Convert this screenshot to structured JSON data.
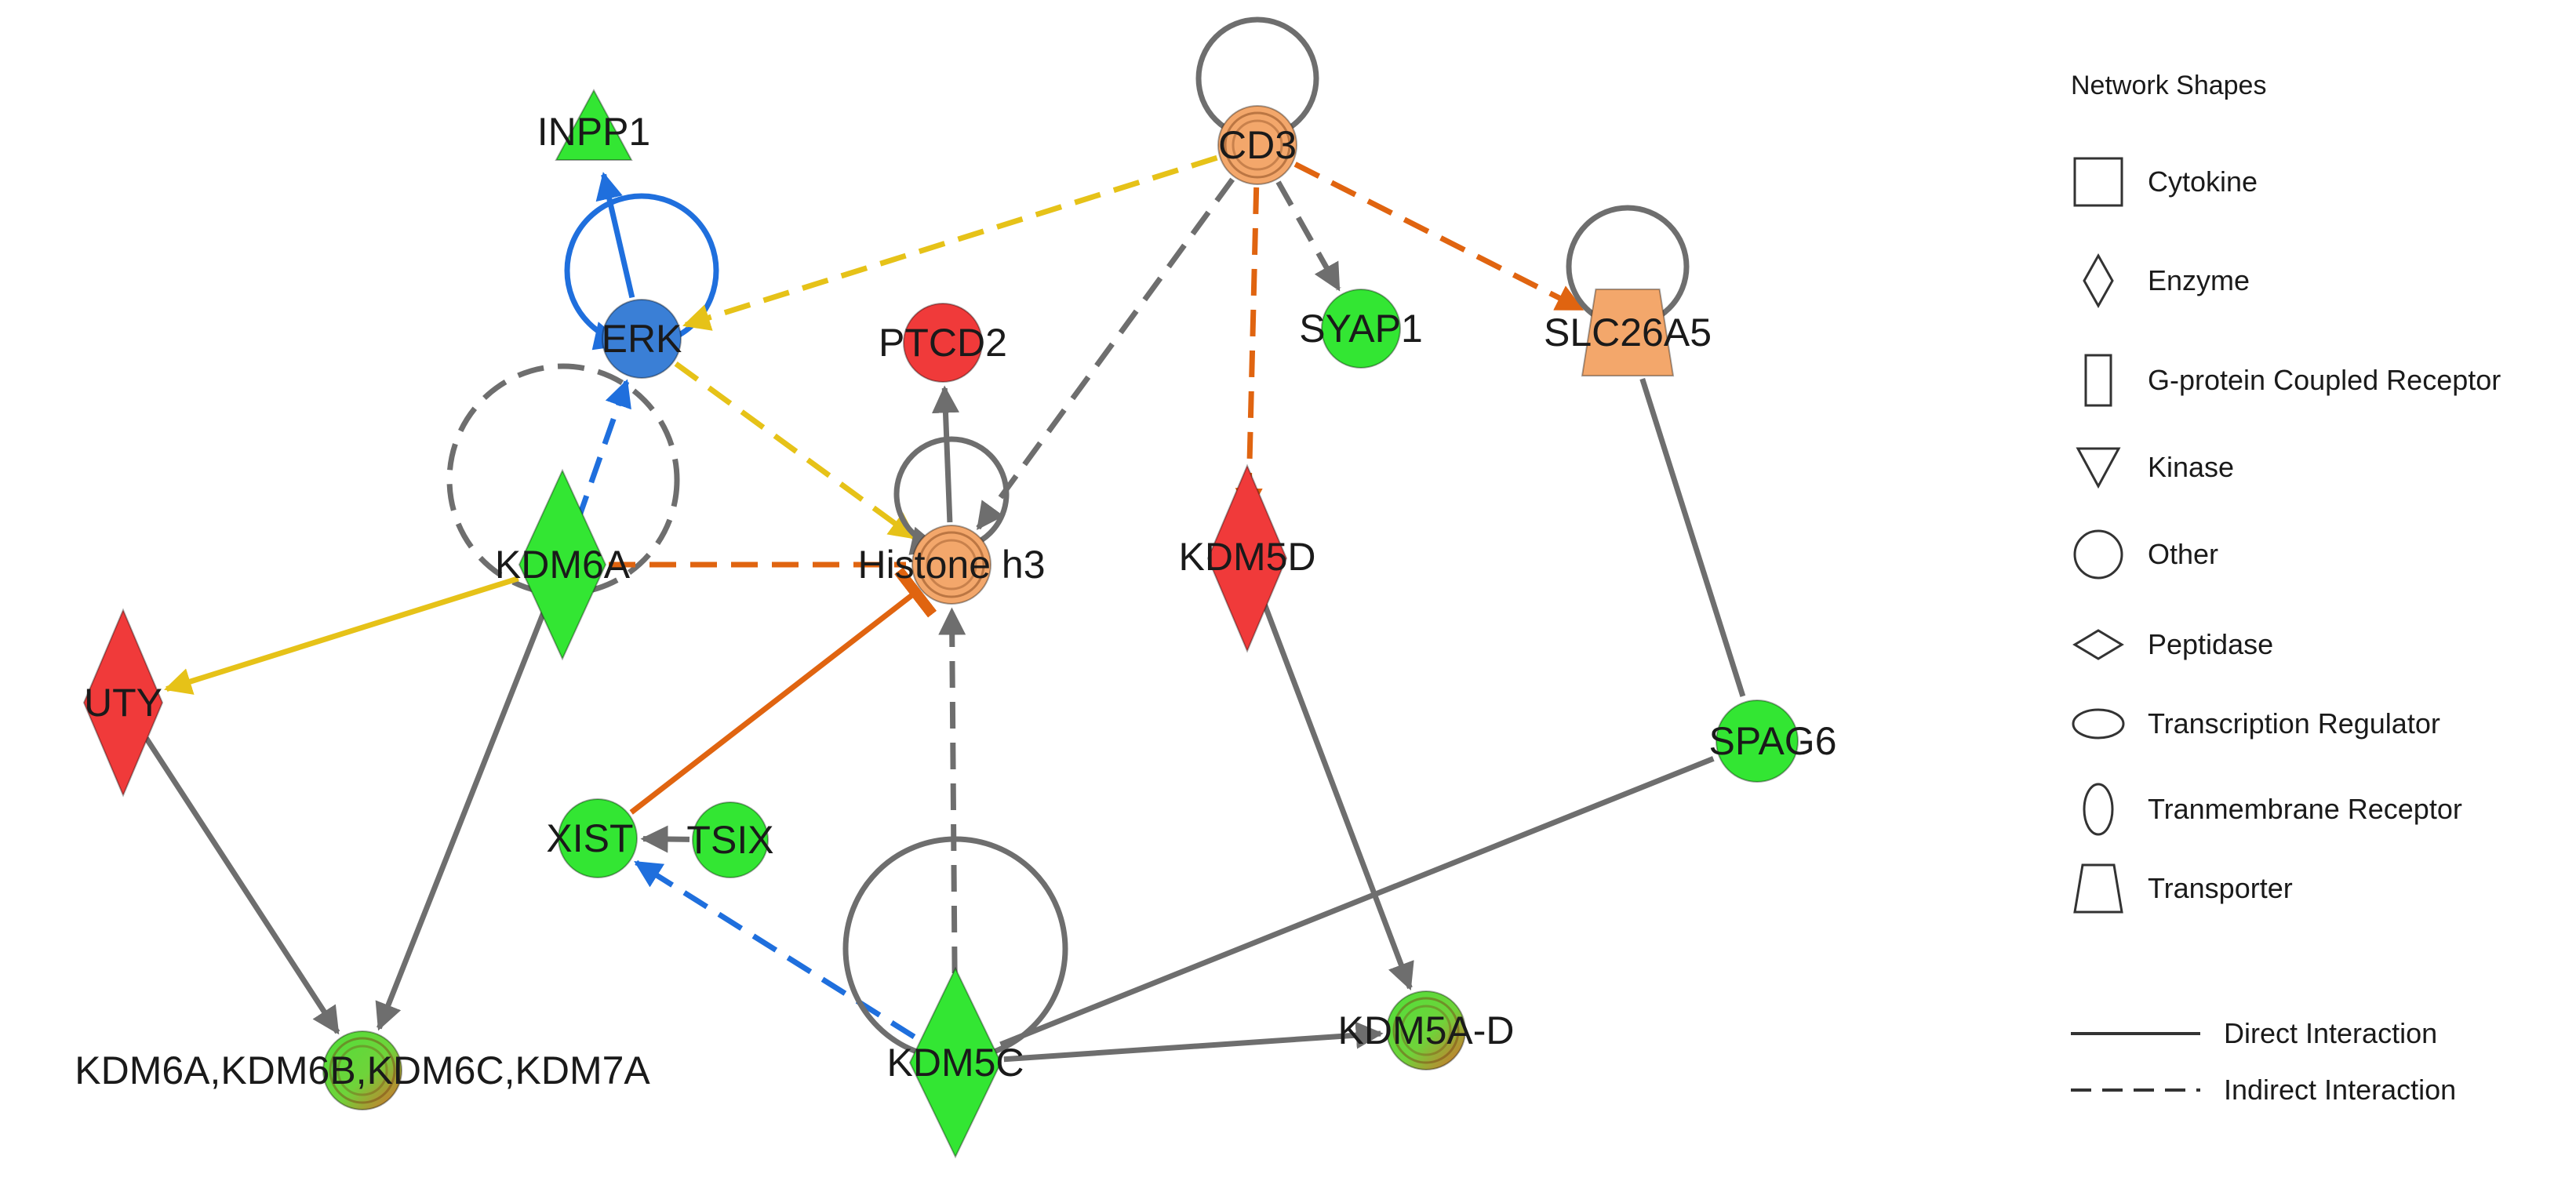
{
  "colors": {
    "green": "#33e633",
    "red": "#f03a3a",
    "orange_node": "#f3a76b",
    "blue_node": "#3a7fd6",
    "edge_gray": "#6e6e6e",
    "edge_blue": "#1f6fdd",
    "edge_yellow": "#e6c218",
    "edge_orange": "#e06410"
  },
  "nodes": [
    {
      "id": "inpp1",
      "label": "INPP1",
      "shape": "triangle",
      "fill": "green"
    },
    {
      "id": "erk",
      "label": "ERK",
      "shape": "circle",
      "fill": "blue"
    },
    {
      "id": "cd3",
      "label": "CD3",
      "shape": "circle",
      "fill": "orange"
    },
    {
      "id": "ptcd2",
      "label": "PTCD2",
      "shape": "circle",
      "fill": "red"
    },
    {
      "id": "syap1",
      "label": "SYAP1",
      "shape": "circle",
      "fill": "green"
    },
    {
      "id": "slc26a5",
      "label": "SLC26A5",
      "shape": "trapezoid",
      "fill": "orange"
    },
    {
      "id": "kdm6a",
      "label": "KDM6A",
      "shape": "diamond",
      "fill": "green"
    },
    {
      "id": "histone_h3",
      "label": "Histone h3",
      "shape": "circle",
      "fill": "orange"
    },
    {
      "id": "kdm5d",
      "label": "KDM5D",
      "shape": "diamond",
      "fill": "red"
    },
    {
      "id": "uty",
      "label": "UTY",
      "shape": "diamond",
      "fill": "red"
    },
    {
      "id": "spag6",
      "label": "SPAG6",
      "shape": "circle",
      "fill": "green"
    },
    {
      "id": "xist",
      "label": "XIST",
      "shape": "circle",
      "fill": "green"
    },
    {
      "id": "tsix",
      "label": "TSIX",
      "shape": "circle",
      "fill": "green"
    },
    {
      "id": "kdm6_group",
      "label": "KDM6A,KDM6B,KDM6C,KDM7A",
      "shape": "circle",
      "fill": "mixed"
    },
    {
      "id": "kdm5c",
      "label": "KDM5C",
      "shape": "diamond",
      "fill": "green"
    },
    {
      "id": "kdm5a_d",
      "label": "KDM5A-D",
      "shape": "circle",
      "fill": "mixed"
    }
  ],
  "edges": [
    {
      "from": "erk",
      "to": "inpp1",
      "style": "solid",
      "color": "blue",
      "arrow": "arrow"
    },
    {
      "from": "erk",
      "to": "erk",
      "style": "solid",
      "color": "blue",
      "arrow": "arrow",
      "self": true
    },
    {
      "from": "kdm6a",
      "to": "erk",
      "style": "dashed",
      "color": "blue",
      "arrow": "arrow"
    },
    {
      "from": "kdm6a",
      "to": "kdm6a",
      "style": "dashed",
      "color": "gray",
      "arrow": "none",
      "self": true
    },
    {
      "from": "cd3",
      "to": "cd3",
      "style": "solid",
      "color": "gray",
      "arrow": "none",
      "self": true
    },
    {
      "from": "cd3",
      "to": "erk",
      "style": "dashed",
      "color": "yellow",
      "arrow": "arrow"
    },
    {
      "from": "cd3",
      "to": "histone_h3",
      "style": "dashed",
      "color": "gray",
      "arrow": "arrow"
    },
    {
      "from": "cd3",
      "to": "syap1",
      "style": "dashed",
      "color": "gray",
      "arrow": "arrow"
    },
    {
      "from": "cd3",
      "to": "kdm5d",
      "style": "dashed",
      "color": "orange",
      "arrow": "arrow"
    },
    {
      "from": "cd3",
      "to": "slc26a5",
      "style": "dashed",
      "color": "orange",
      "arrow": "arrow"
    },
    {
      "from": "slc26a5",
      "to": "slc26a5",
      "style": "solid",
      "color": "gray",
      "arrow": "none",
      "self": true
    },
    {
      "from": "slc26a5",
      "to": "spag6",
      "style": "solid",
      "color": "gray",
      "arrow": "none"
    },
    {
      "from": "erk",
      "to": "histone_h3",
      "style": "dashed",
      "color": "yellow",
      "arrow": "arrow"
    },
    {
      "from": "histone_h3",
      "to": "ptcd2",
      "style": "solid",
      "color": "gray",
      "arrow": "arrow"
    },
    {
      "from": "histone_h3",
      "to": "histone_h3",
      "style": "solid",
      "color": "gray",
      "arrow": "arrow",
      "self": true
    },
    {
      "from": "kdm6a",
      "to": "histone_h3",
      "style": "dashed",
      "color": "orange",
      "arrow": "none"
    },
    {
      "from": "kdm6a",
      "to": "uty",
      "style": "solid",
      "color": "yellow",
      "arrow": "arrow"
    },
    {
      "from": "kdm6a",
      "to": "kdm6_group",
      "style": "solid",
      "color": "gray",
      "arrow": "arrow"
    },
    {
      "from": "uty",
      "to": "kdm6_group",
      "style": "solid",
      "color": "gray",
      "arrow": "arrow"
    },
    {
      "from": "xist",
      "to": "histone_h3",
      "style": "solid",
      "color": "orange",
      "arrow": "inhibit"
    },
    {
      "from": "tsix",
      "to": "xist",
      "style": "solid",
      "color": "gray",
      "arrow": "arrow"
    },
    {
      "from": "kdm5c",
      "to": "xist",
      "style": "dashed",
      "color": "blue",
      "arrow": "arrow"
    },
    {
      "from": "kdm5c",
      "to": "histone_h3",
      "style": "dashed",
      "color": "gray",
      "arrow": "arrow"
    },
    {
      "from": "kdm5c",
      "to": "kdm5c",
      "style": "solid",
      "color": "gray",
      "arrow": "none",
      "self": true
    },
    {
      "from": "kdm5c",
      "to": "kdm5a_d",
      "style": "solid",
      "color": "gray",
      "arrow": "arrow"
    },
    {
      "from": "kdm5c",
      "to": "spag6",
      "style": "solid",
      "color": "gray",
      "arrow": "none"
    },
    {
      "from": "kdm5d",
      "to": "kdm5a_d",
      "style": "solid",
      "color": "gray",
      "arrow": "arrow"
    }
  ],
  "legend": {
    "title": "Network Shapes",
    "shapes": [
      {
        "label": "Cytokine",
        "icon": "square-icon"
      },
      {
        "label": "Enzyme",
        "icon": "diamond-icon"
      },
      {
        "label": "G-protein Coupled Receptor",
        "icon": "tall-rectangle-icon"
      },
      {
        "label": "Kinase",
        "icon": "inverted-triangle-icon"
      },
      {
        "label": "Other",
        "icon": "circle-icon"
      },
      {
        "label": "Peptidase",
        "icon": "flat-diamond-icon"
      },
      {
        "label": "Transcription Regulator",
        "icon": "horizontal-ellipse-icon"
      },
      {
        "label": "Tranmembrane Receptor",
        "icon": "vertical-ellipse-icon"
      },
      {
        "label": "Transporter",
        "icon": "trapezoid-icon"
      }
    ],
    "lines": [
      {
        "label": "Direct Interaction",
        "style": "solid"
      },
      {
        "label": "Indirect Interaction",
        "style": "dashed"
      }
    ]
  }
}
